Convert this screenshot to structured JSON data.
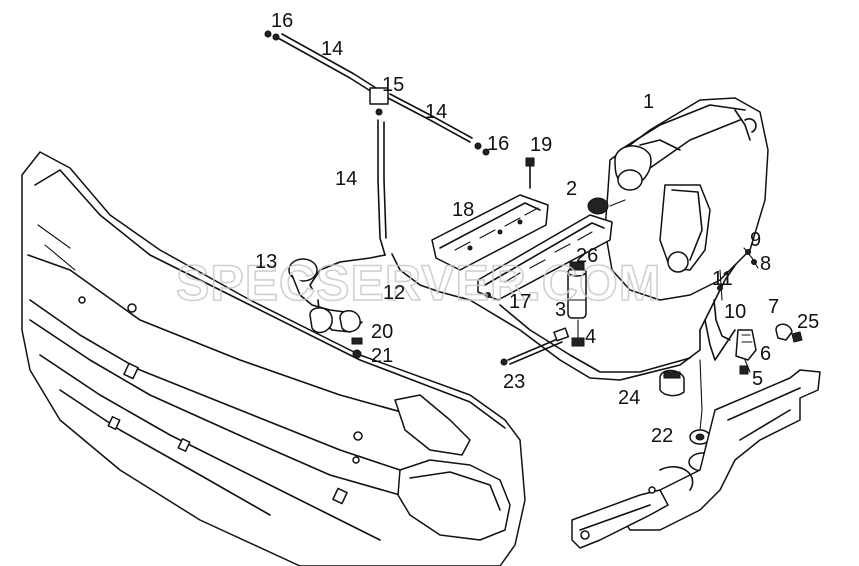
{
  "watermark": "SPECSERVER.COM",
  "callouts": {
    "c1": "1",
    "c2": "2",
    "c3": "3",
    "c4": "4",
    "c5": "5",
    "c6": "6",
    "c7": "7",
    "c8": "8",
    "c9": "9",
    "c10": "10",
    "c11": "11",
    "c12": "12",
    "c13": "13",
    "c14a": "14",
    "c14b": "14",
    "c14c": "14",
    "c15": "15",
    "c16a": "16",
    "c16b": "16",
    "c17": "17",
    "c18": "18",
    "c19": "19",
    "c20": "20",
    "c21": "21",
    "c22": "22",
    "c23": "23",
    "c24": "24",
    "c25": "25",
    "c26": "26"
  }
}
